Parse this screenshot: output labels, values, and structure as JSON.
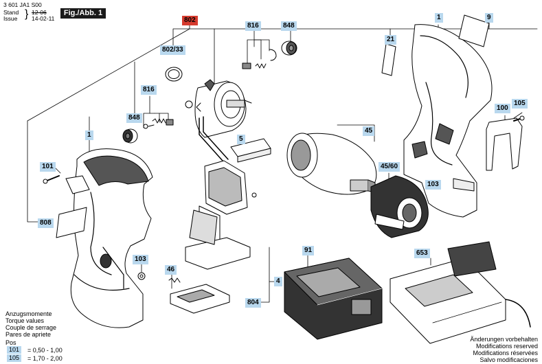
{
  "header": {
    "doc_number": "3 601 JA1 S00",
    "stand_label": "Stand",
    "issue_label": "Issue",
    "stand_date": "12-06",
    "issue_date": "14-02-11",
    "figure_label": "Fig./Abb. 1"
  },
  "parts": [
    {
      "id": "802",
      "highlight": true
    },
    {
      "id": "802/33"
    },
    {
      "id": "816"
    },
    {
      "id": "848"
    },
    {
      "id": "816"
    },
    {
      "id": "848"
    },
    {
      "id": "1"
    },
    {
      "id": "101"
    },
    {
      "id": "808"
    },
    {
      "id": "103"
    },
    {
      "id": "5"
    },
    {
      "id": "46"
    },
    {
      "id": "804"
    },
    {
      "id": "4"
    },
    {
      "id": "45"
    },
    {
      "id": "45/60"
    },
    {
      "id": "103"
    },
    {
      "id": "21"
    },
    {
      "id": "1"
    },
    {
      "id": "9"
    },
    {
      "id": "100"
    },
    {
      "id": "105"
    },
    {
      "id": "91"
    },
    {
      "id": "653"
    }
  ],
  "torque_legend": {
    "lines": [
      "Anzugsmomente",
      "Torque values",
      "Couple de serrage",
      "Pares de apriete"
    ],
    "pos_label": "Pos",
    "rows": [
      {
        "pos": "101",
        "range": "= 0,50 - 1,00"
      },
      {
        "pos": "105",
        "range": "= 1,70 - 2,00"
      }
    ]
  },
  "modifications": {
    "lines": [
      "Änderungen vorbehalten",
      "Modifications reserved",
      "Modifications réservées",
      "Salvo modificaciones"
    ]
  },
  "colors": {
    "label_background": "#b9d8ee",
    "highlight_label": "#d63b2e",
    "figure_label_background": "#1a1a1a"
  }
}
